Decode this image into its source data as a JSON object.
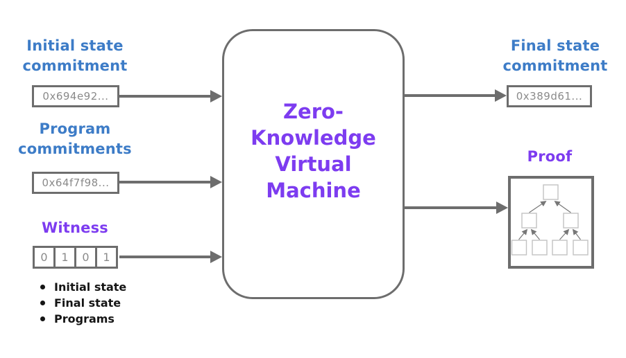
{
  "colors": {
    "blue": "#3d7cc7",
    "purple": "#7d3cf0",
    "gray": "#6d6d6d",
    "hash_text": "#8a8a8a"
  },
  "left": {
    "initial_state": {
      "label": "Initial state\ncommitment",
      "value": "0x694e92..."
    },
    "program": {
      "label": "Program\ncommitments",
      "value": "0x64f7f98..."
    },
    "witness": {
      "label": "Witness",
      "bits": [
        "0",
        "1",
        "0",
        "1"
      ],
      "notes": [
        "Initial state",
        "Final state",
        "Programs"
      ]
    }
  },
  "center": {
    "label": "Zero-\nKnowledge\nVirtual\nMachine"
  },
  "right": {
    "final_state": {
      "label": "Final state\ncommitment",
      "value": "0x389d61..."
    },
    "proof": {
      "label": "Proof",
      "icon": "merkle-tree-icon"
    }
  }
}
